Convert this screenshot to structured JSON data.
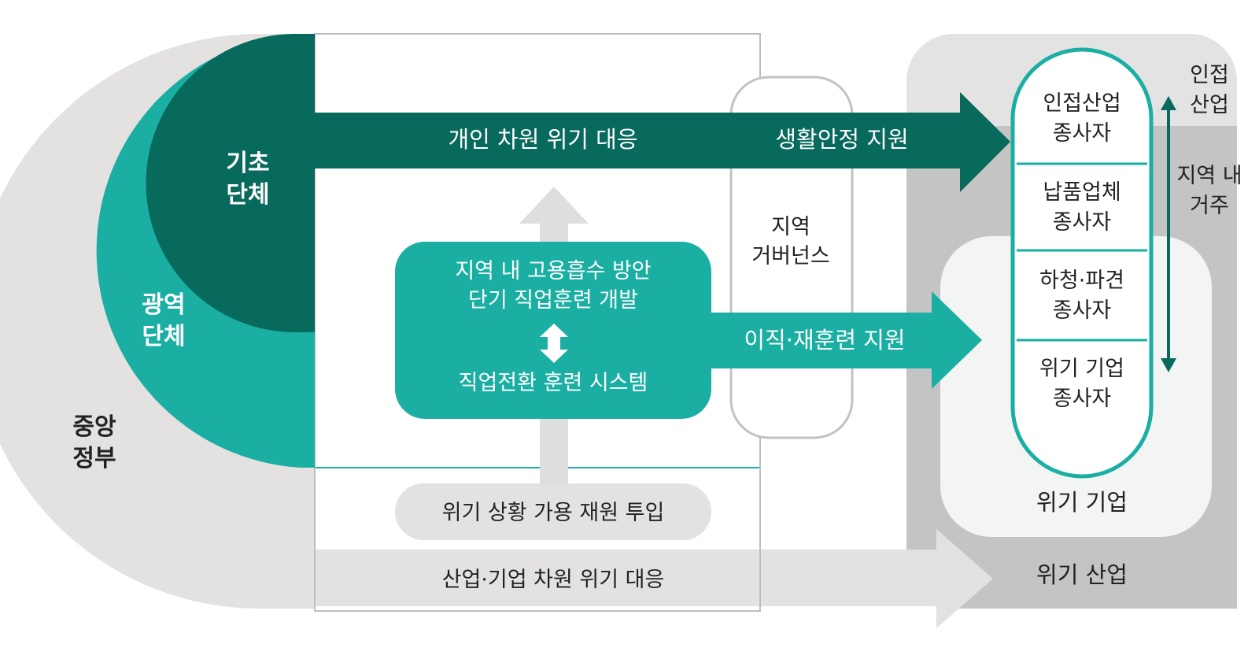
{
  "actors": {
    "central": [
      "중앙",
      "정부"
    ],
    "regional": [
      "광역",
      "단체"
    ],
    "basic": [
      "기초",
      "단체"
    ]
  },
  "flows": {
    "individual_response": "개인 차원 위기 대응",
    "livelihood_support": "생활안정 지원",
    "transfer_support": "이직·재훈련 지원",
    "industry_response": "산업·기업 차원 위기 대응"
  },
  "center_box": {
    "line1": "지역 내 고용흡수 방안",
    "line2": "단기 직업훈련 개발",
    "line3": "직업전환 훈련 시스템"
  },
  "funding": "위기 상황 가용 재원 투입",
  "governance": [
    "지역",
    "거버넌스"
  ],
  "targets": {
    "workers": [
      [
        "인접산업",
        "종사자"
      ],
      [
        "납품업체",
        "종사자"
      ],
      [
        "하청·파견",
        "종사자"
      ],
      [
        "위기 기업",
        "종사자"
      ]
    ],
    "adjacent_industry": [
      "인접",
      "산업"
    ],
    "residence": [
      "지역 내",
      "거주"
    ],
    "crisis_company": "위기 기업",
    "crisis_industry": "위기 산업"
  },
  "colors": {
    "dark_teal": "#08695d",
    "teal": "#1aafa2",
    "light_gray": "#e3e2e0",
    "mid_gray": "#c2c2c2",
    "pale": "#f3f4f4"
  }
}
